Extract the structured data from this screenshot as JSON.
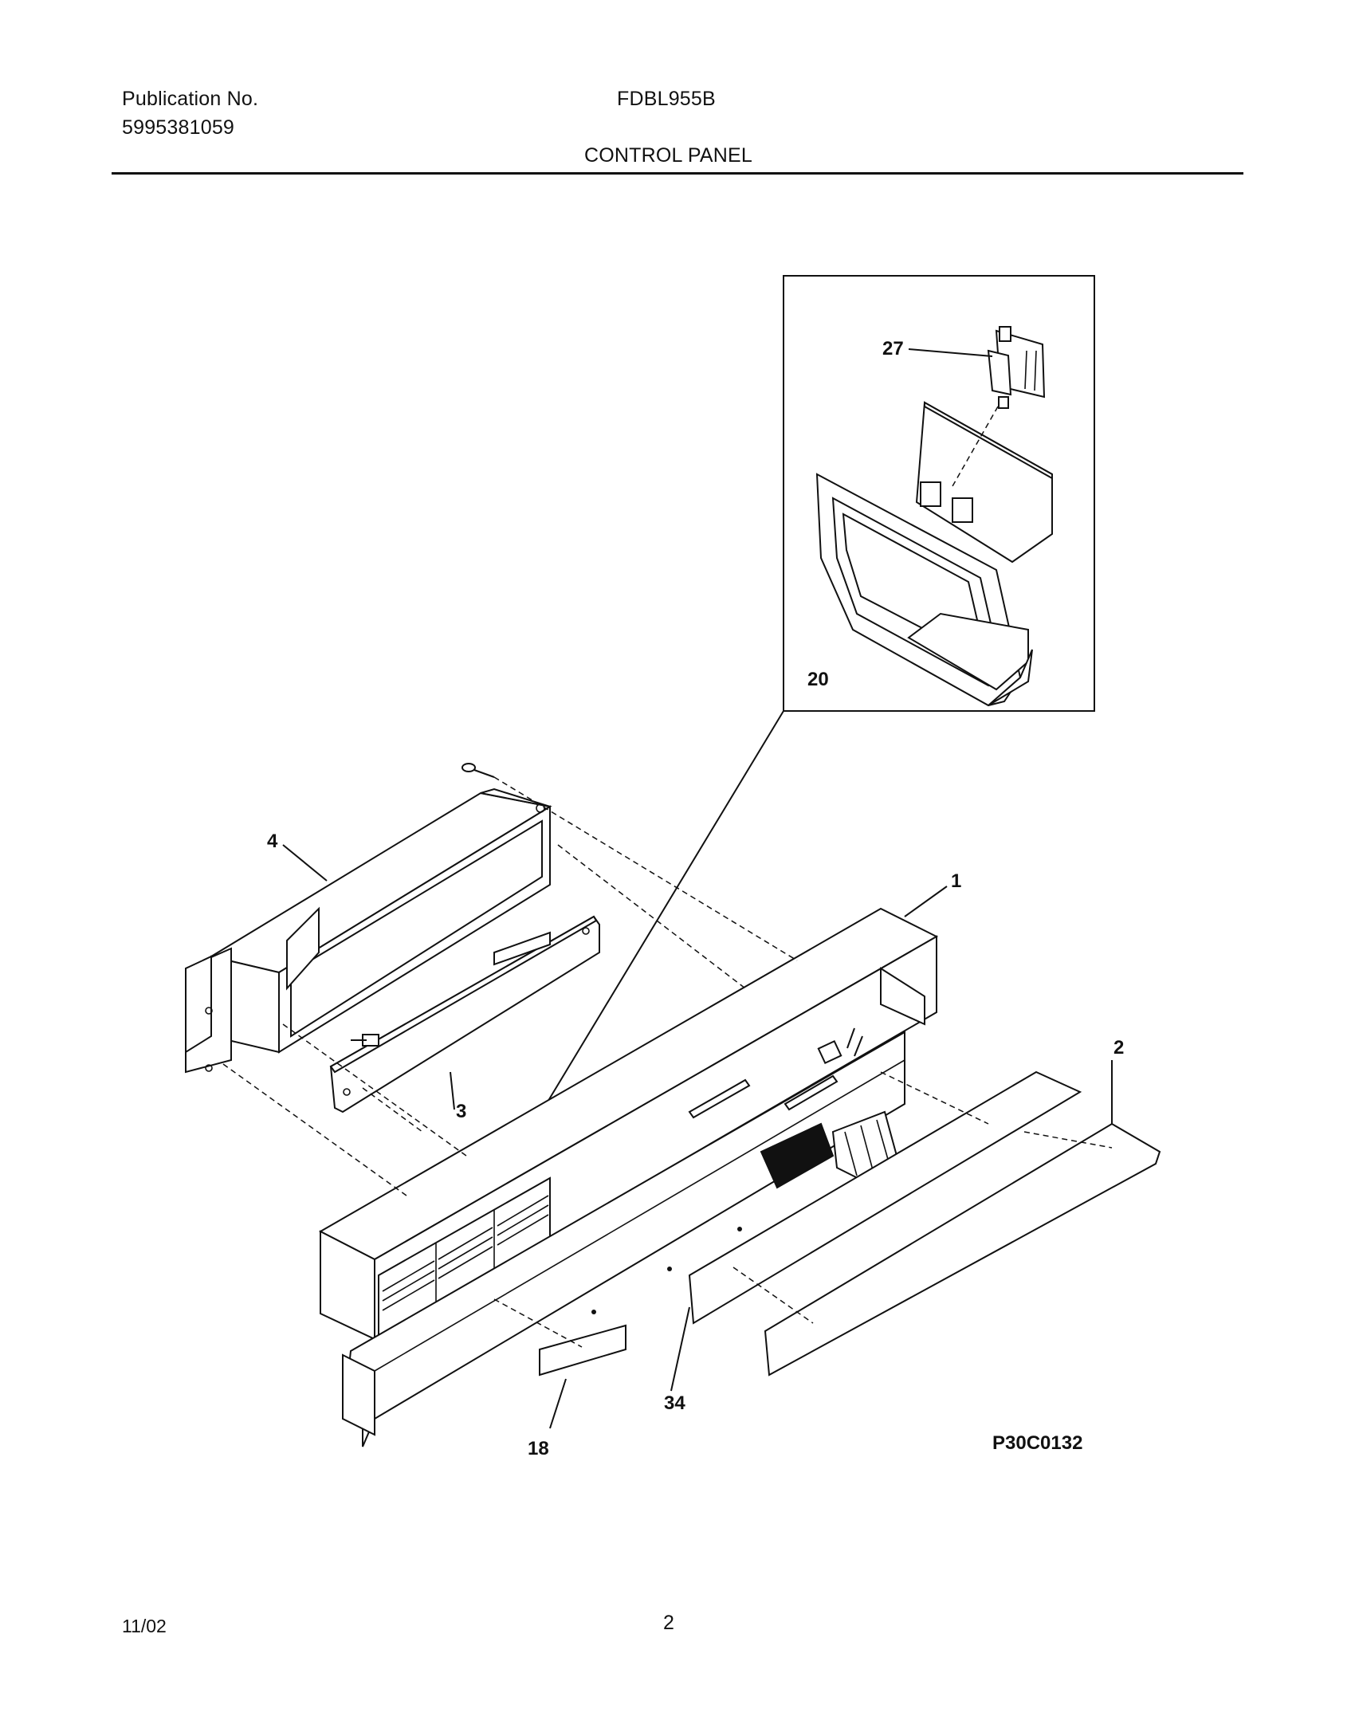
{
  "header": {
    "publication_label": "Publication No.",
    "publication_number": "5995381059",
    "model": "FDBL955B",
    "section": "CONTROL PANEL"
  },
  "callouts": {
    "c1": "1",
    "c2": "2",
    "c3": "3",
    "c4": "4",
    "c18": "18",
    "c20": "20",
    "c27": "27",
    "c34": "34"
  },
  "figure_code": "P30C0132",
  "footer": {
    "date": "11/02",
    "page_number": "2"
  }
}
